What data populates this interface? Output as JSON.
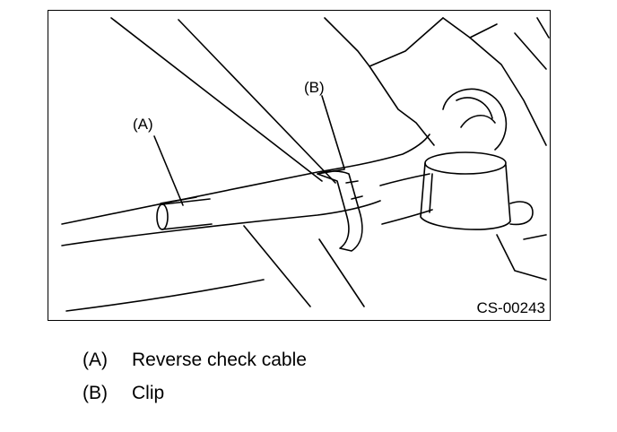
{
  "figure": {
    "callouts": [
      {
        "label": "(A)"
      },
      {
        "label": "(B)"
      }
    ],
    "code": "CS-00243"
  },
  "legend": [
    {
      "key": "(A)",
      "text": "Reverse check cable"
    },
    {
      "key": "(B)",
      "text": "Clip"
    }
  ]
}
